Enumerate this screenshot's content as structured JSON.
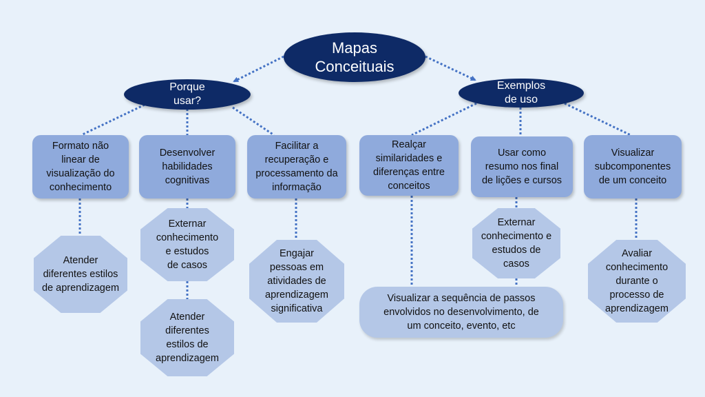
{
  "root": {
    "label": "Mapas\nConceituais"
  },
  "branches": {
    "why": "Porque\nusar?",
    "examples": "Exemplos\nde uso"
  },
  "boxes": {
    "formato": "Formato não\nlinear de\nvisualização do\nconhecimento",
    "desenvolver": "Desenvolver\nhabilidades\ncognitivas",
    "facilitar": "Facilitar a\nrecuperação e\nprocessamento da\ninformação",
    "realcar": "Realçar\nsimilaridades e\ndiferenças entre\nconceitos",
    "usar": "Usar como\nresumo nos final\nde lições e cursos",
    "visualizar_sub": "Visualizar\nsubcomponentes\nde um conceito"
  },
  "leaves": {
    "atender1": "Atender\ndiferentes estilos\nde aprendizagem",
    "externar1": "Externar\nconhecimento\ne estudos\nde casos",
    "atender2": "Atender\ndiferentes\nestilos de\naprendizagem",
    "engajar": "Engajar\npessoas em\natividades de\naprendizagem\nsignificativa",
    "externar2": "Externar\nconhecimento e\nestudos de casos",
    "sequencia": "Visualizar a sequência de  passos\nenvolvidos no desenvolvimento, de\num conceito, evento, etc",
    "avaliar": "Avaliar\nconhecimento\ndurante o\nprocesso de\naprendizagem"
  },
  "colors": {
    "background": "#e8f1fa",
    "ellipse": "#0e2a66",
    "box": "#8faadc",
    "leaf": "#b4c7e7",
    "connector": "#4472c4"
  }
}
